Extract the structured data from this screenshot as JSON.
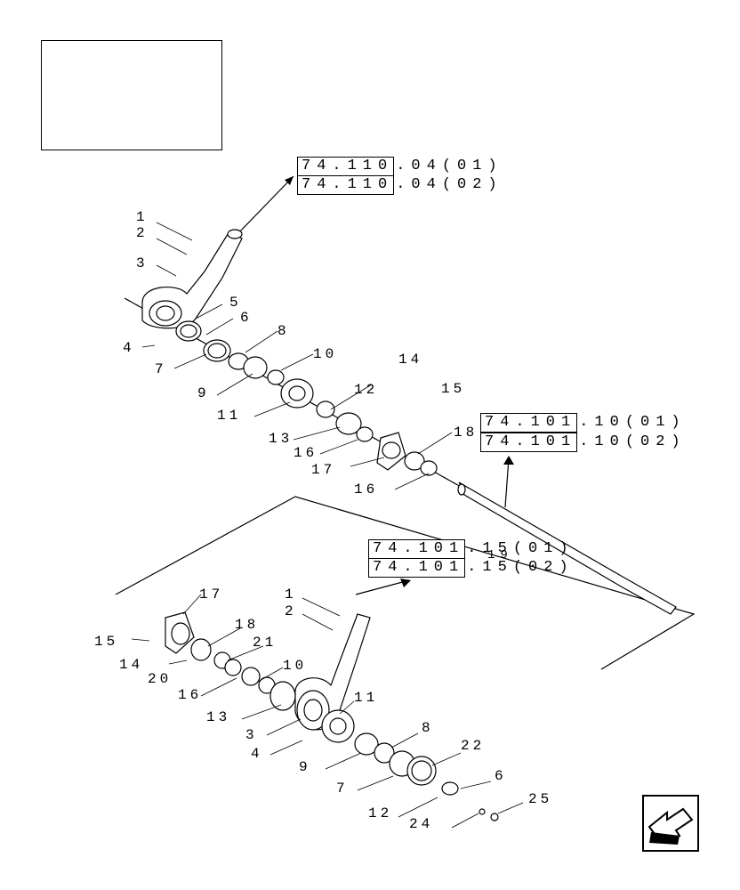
{
  "references": [
    {
      "code": "74.110",
      "suffix": ".04(01)"
    },
    {
      "code": "74.110",
      "suffix": ".04(02)"
    },
    {
      "code": "74.101",
      "suffix": ".10(01)"
    },
    {
      "code": "74.101",
      "suffix": ".10(02)"
    },
    {
      "code": "74.101",
      "suffix": ".15(01)"
    },
    {
      "code": "74.101",
      "suffix": ".15(02)"
    }
  ],
  "overlap_label": "19",
  "callouts_upper": [
    "1",
    "2",
    "3",
    "4",
    "5",
    "6",
    "7",
    "8",
    "9",
    "10",
    "11",
    "12",
    "13",
    "14",
    "15",
    "16",
    "17",
    "18",
    "16"
  ],
  "callouts_lower": [
    "17",
    "1",
    "2",
    "15",
    "18",
    "14",
    "20",
    "21",
    "16",
    "10",
    "13",
    "11",
    "3",
    "4",
    "8",
    "9",
    "22",
    "7",
    "6",
    "12",
    "24",
    "25"
  ],
  "icons": {
    "blank_panel": "blank-panel",
    "nav": "arrow-left-icon"
  },
  "colors": {
    "ink": "#000000",
    "paper": "#ffffff"
  }
}
